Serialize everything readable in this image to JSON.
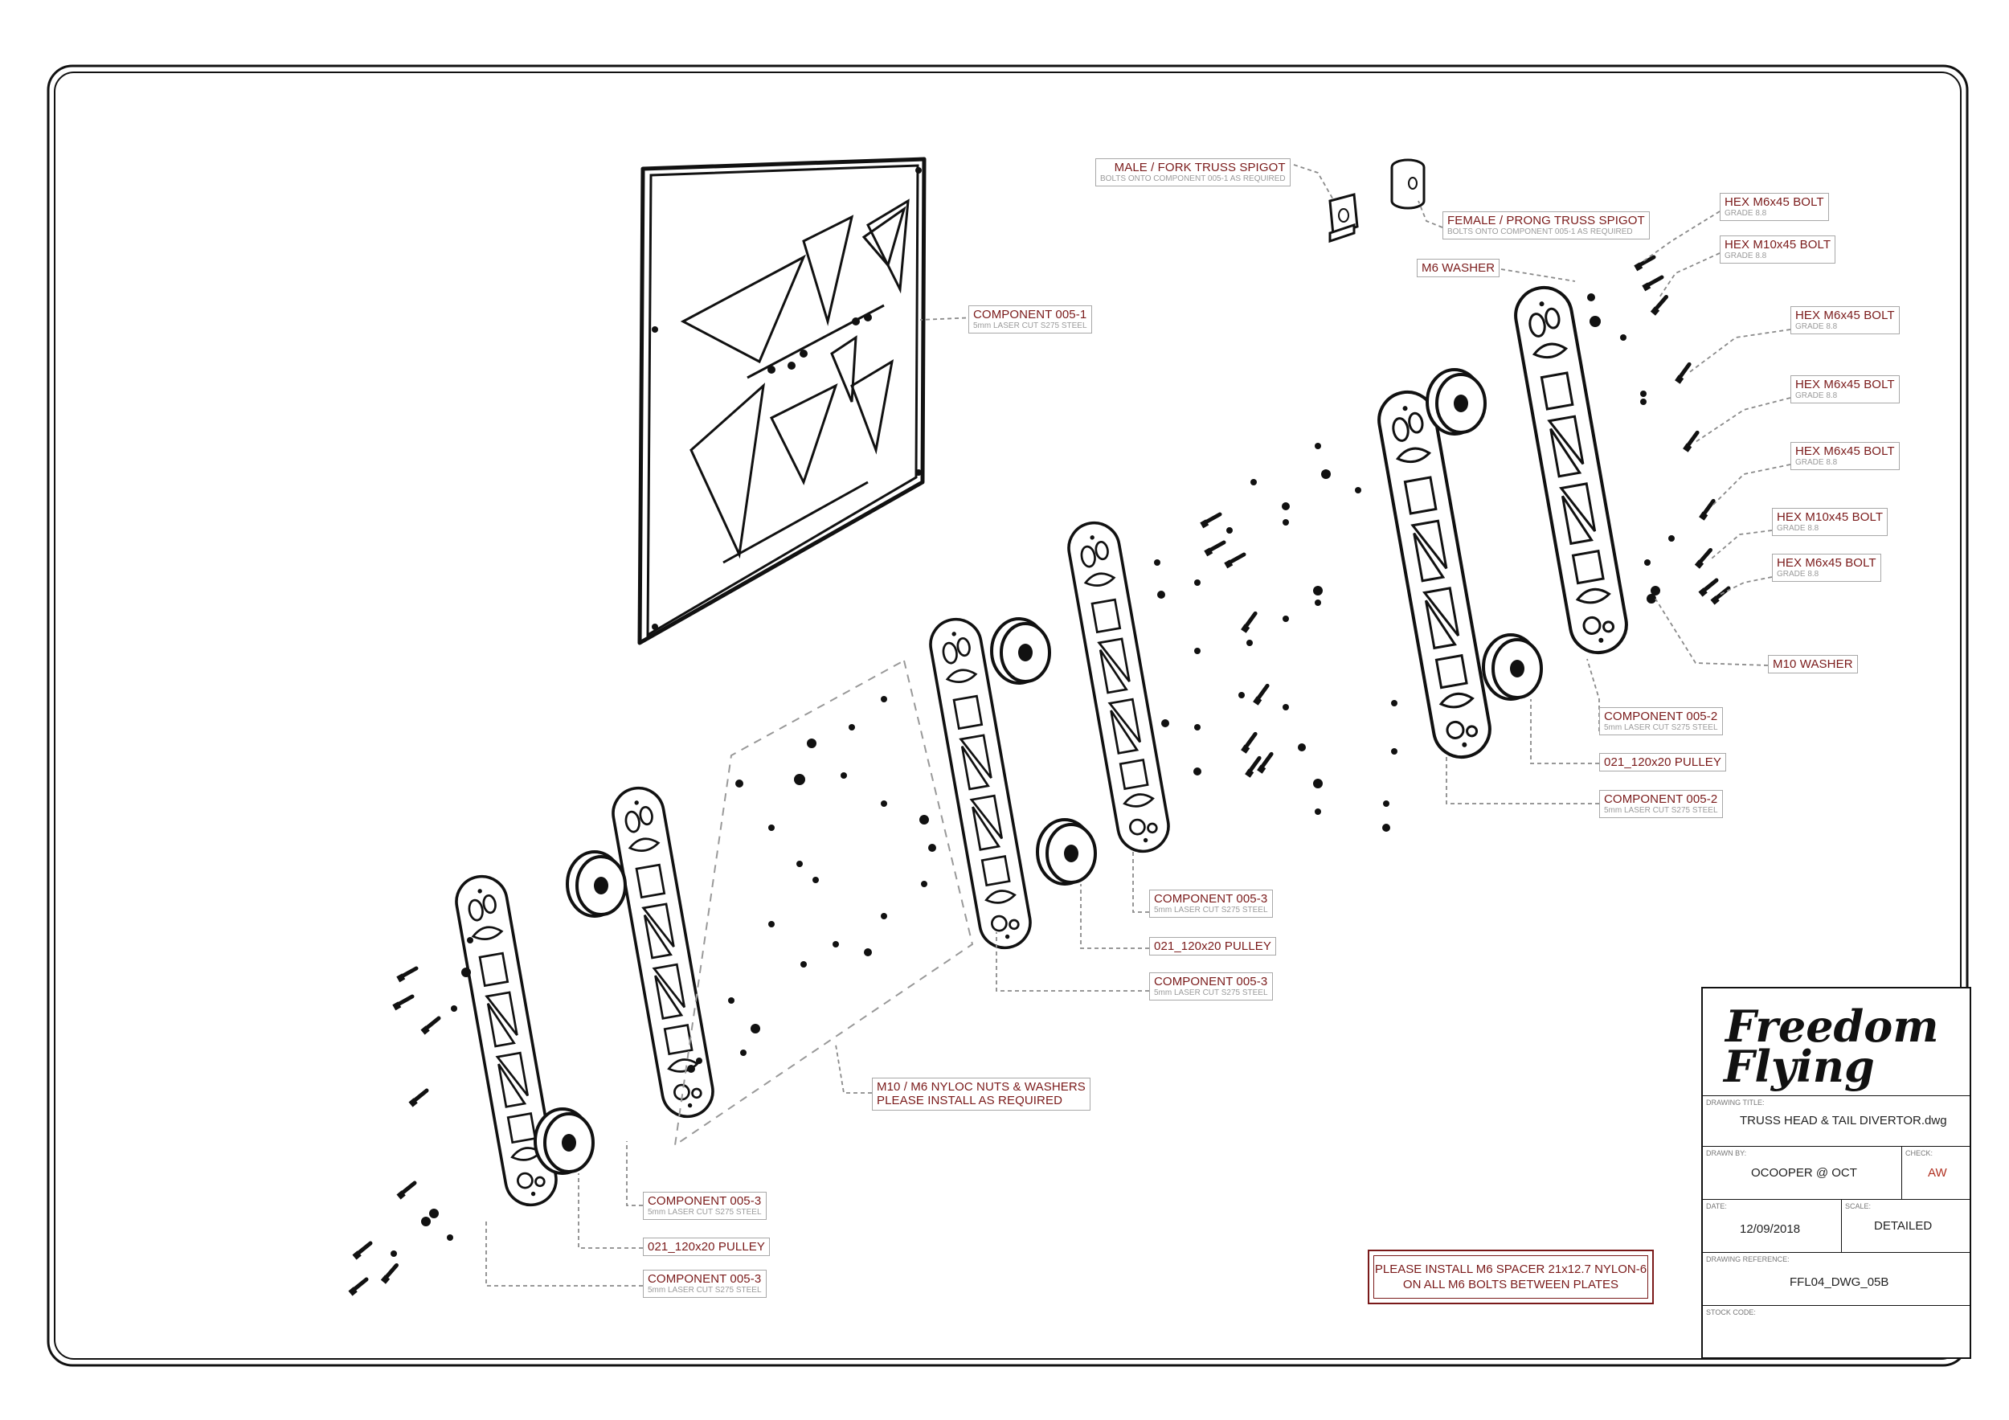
{
  "labels": {
    "male_spigot": {
      "title": "MALE / FORK TRUSS SPIGOT",
      "sub": "BOLTS ONTO COMPONENT 005-1 AS REQUIRED"
    },
    "female_spigot": {
      "title": "FEMALE / PRONG TRUSS SPIGOT",
      "sub": "BOLTS ONTO COMPONENT 005-1 AS REQUIRED"
    },
    "m6_washer": {
      "title": "M6 WASHER"
    },
    "bolt1": {
      "title": "HEX M6x45 BOLT",
      "sub": "GRADE 8.8"
    },
    "bolt2": {
      "title": "HEX M10x45 BOLT",
      "sub": "GRADE 8.8"
    },
    "bolt3": {
      "title": "HEX M6x45 BOLT",
      "sub": "GRADE 8.8"
    },
    "bolt4": {
      "title": "HEX M6x45 BOLT",
      "sub": "GRADE 8.8"
    },
    "bolt5": {
      "title": "HEX M6x45 BOLT",
      "sub": "GRADE 8.8"
    },
    "bolt6": {
      "title": "HEX M10x45 BOLT",
      "sub": "GRADE 8.8"
    },
    "bolt7": {
      "title": "HEX M6x45 BOLT",
      "sub": "GRADE 8.8"
    },
    "m10_washer": {
      "title": "M10 WASHER"
    },
    "comp_005_1": {
      "title": "COMPONENT 005-1",
      "sub": "5mm LASER CUT S275 STEEL"
    },
    "comp_005_2_a": {
      "title": "COMPONENT 005-2",
      "sub": "5mm LASER CUT S275 STEEL"
    },
    "pulley_right": {
      "title": "021_120x20 PULLEY"
    },
    "comp_005_2_b": {
      "title": "COMPONENT 005-2",
      "sub": "5mm LASER CUT S275 STEEL"
    },
    "comp_005_3_a": {
      "title": "COMPONENT 005-3",
      "sub": "5mm LASER CUT S275 STEEL"
    },
    "pulley_mid": {
      "title": "021_120x20 PULLEY"
    },
    "comp_005_3_b": {
      "title": "COMPONENT 005-3",
      "sub": "5mm LASER CUT S275 STEEL"
    },
    "nyloc": {
      "line1": "M10 / M6 NYLOC NUTS & WASHERS",
      "line2": "PLEASE INSTALL AS REQUIRED"
    },
    "comp_005_3_c": {
      "title": "COMPONENT 005-3",
      "sub": "5mm LASER CUT S275 STEEL"
    },
    "pulley_left": {
      "title": "021_120x20 PULLEY"
    },
    "comp_005_3_d": {
      "title": "COMPONENT 005-3",
      "sub": "5mm LASER CUT S275 STEEL"
    }
  },
  "note": {
    "line1": "PLEASE INSTALL M6 SPACER 21x12.7  NYLON-6",
    "line2": "ON ALL M6 BOLTS BETWEEN PLATES"
  },
  "title_block": {
    "logo_line1": "Freedom",
    "logo_line2": "Flying",
    "drawing_title_caption": "DRAWING TITLE:",
    "drawing_title": "TRUSS HEAD & TAIL DIVERTOR.dwg",
    "drawn_by_caption": "DRAWN BY:",
    "drawn_by": "OCOOPER @ OCT",
    "check_caption": "CHECK:",
    "check": "AW",
    "date_caption": "DATE:",
    "date": "12/09/2018",
    "scale_caption": "SCALE:",
    "scale": "DETAILED",
    "drawing_ref_caption": "DRAWING REFERENCE:",
    "drawing_ref": "FFL04_DWG_05B",
    "stock_code_caption": "STOCK CODE:",
    "stock_code": ""
  },
  "colors": {
    "label_text": "#7a1a1a",
    "label_sub": "#9a9a9a",
    "line": "#111111",
    "leader": "#8a8a8a",
    "check": "#b03020"
  }
}
